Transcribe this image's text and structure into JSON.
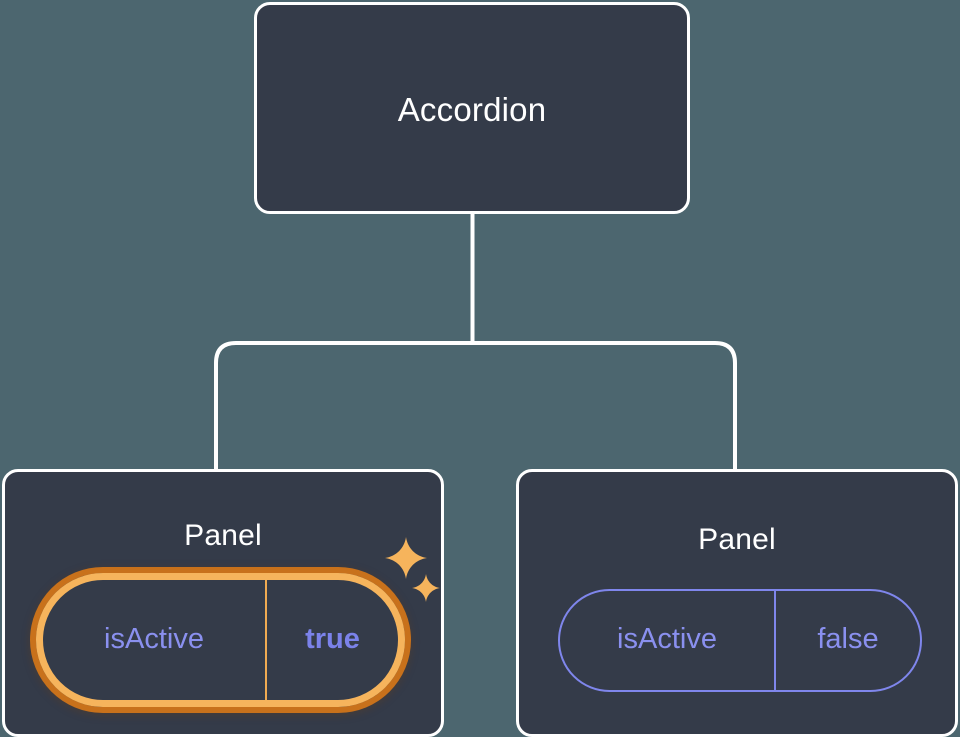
{
  "diagram": {
    "type": "component-tree",
    "background_color": "#4c666f",
    "node_fill_color": "#343b49",
    "node_border_color": "#ffffff",
    "edge_color": "#ffffff",
    "accent_highlight_color": "#f6b45c",
    "accent_halo_color": "#c8711b",
    "prop_text_color": "#8a90ef",
    "prop_value_highlight_color": "#7b82ea"
  },
  "root": {
    "title": "Accordion"
  },
  "children": [
    {
      "title": "Panel",
      "prop": {
        "key": "isActive",
        "value": "true"
      },
      "highlighted": true,
      "sparkles": [
        {
          "name": "sparkle-large"
        },
        {
          "name": "sparkle-small"
        }
      ]
    },
    {
      "title": "Panel",
      "prop": {
        "key": "isActive",
        "value": "false"
      },
      "highlighted": false
    }
  ]
}
